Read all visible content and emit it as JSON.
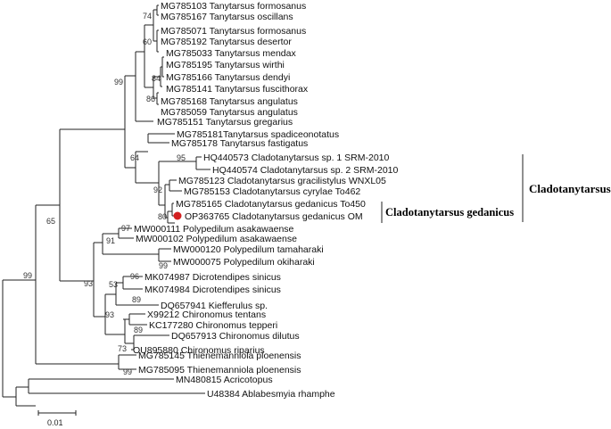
{
  "tree": {
    "taxa": [
      "MG785103 Tanytarsus formosanus",
      "MG785167 Tanytarsus oscillans",
      "MG785071 Tanytarsus formosanus",
      "MG785192 Tanytarsus desertor",
      "MG785033 Tanytarsus mendax",
      "MG785195 Tanytarsus wirthi",
      "MG785166 Tanytarsus dendyi",
      "MG785141 Tanytarsus fuscithorax",
      "MG785168 Tanytarsus angulatus",
      "MG785059 Tanytarsus angulatus",
      "MG785151 Tanytarsus gregarius",
      "MG785181Tanytarsus spadiceonotatus",
      "MG785178 Tanytarsus fastigatus",
      "HQ440573 Cladotanytarsus sp. 1 SRM-2010",
      "HQ440574 Cladotanytarsus sp. 2 SRM-2010",
      "MG785123 Cladotanytarsus gracilistylus WNXL05",
      "MG785153 Cladotanytarsus cyrylae To462",
      "MG785165 Cladotanytarsus gedanicus To450",
      "OP363765 Cladotanytarsus gedanicus OM",
      "MW000111 Polypedilum asakawaense",
      "MW000102 Polypedilum asakawaense",
      "MW000120 Polypedilum tamaharaki",
      "MW000075 Polypedilum okiharaki",
      "MK074987 Dicrotendipes sinicus",
      "MK074984 Dicrotendipes sinicus",
      "DQ657941 Kiefferulus sp.",
      "X99212 Chironomus tentans",
      "KC177280 Chironomus tepperi",
      "DQ657913 Chironomus dilutus",
      "OU895880 Chironomus riparius",
      "MG785145 Thienemanniola ploenensis",
      "MG785095 Thienemanniola ploenensis",
      "MN480815 Acricotopus",
      "U48384 Ablabesmyia rhamphe"
    ],
    "bootstrap": [
      "74",
      "60",
      "84",
      "86",
      "99",
      "64",
      "95",
      "92",
      "80",
      "97",
      "91",
      "99",
      "96",
      "53",
      "89",
      "93",
      "89",
      "73",
      "93",
      "99",
      "65",
      "99"
    ],
    "highlight_color": "#d32020",
    "highlight_taxon_index": 18
  },
  "groups": {
    "genus": "Cladotanytarsus",
    "species": "Cladotanytarsus gedanicus"
  },
  "scale_bar": {
    "label": "0.01"
  }
}
